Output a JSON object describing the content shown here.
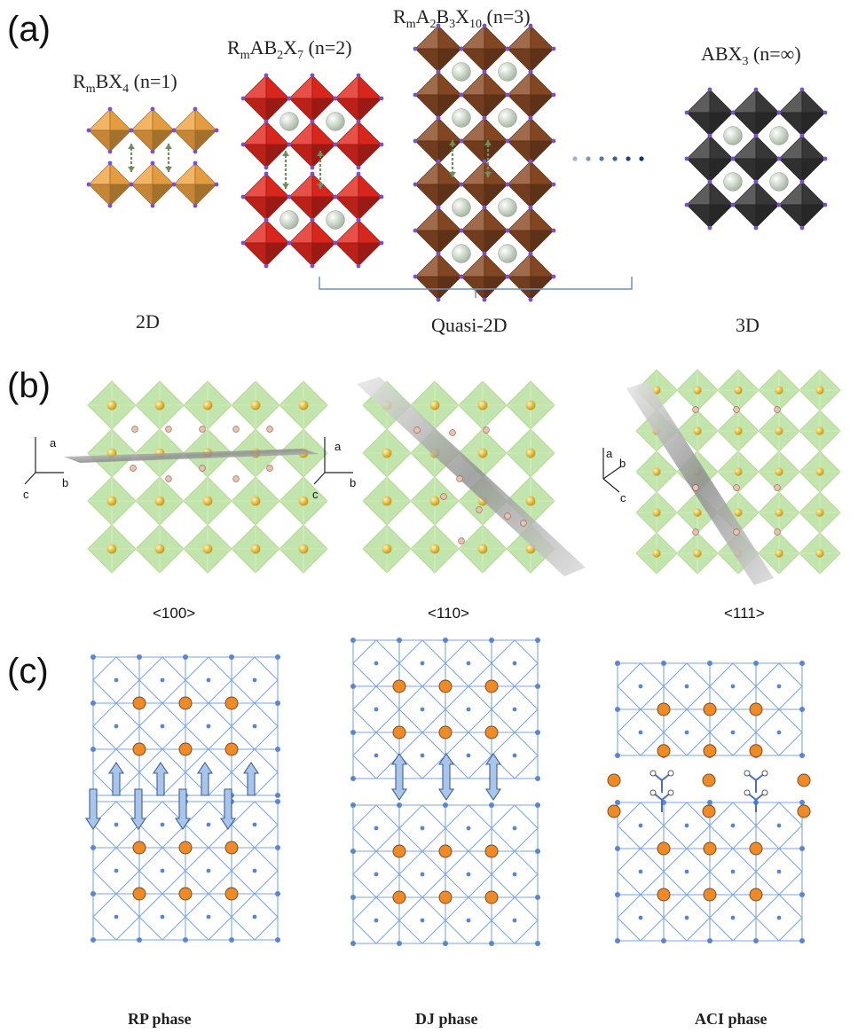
{
  "panel_a": {
    "letter": "(a)",
    "structures": [
      {
        "R": "R",
        "rsub": "m",
        "rest": "BX",
        "sub2": "4",
        "tail": " (n=1)"
      },
      {
        "R": "R",
        "rsub": "m",
        "rest": "AB",
        "sub1": "2",
        "rest2": "X",
        "sub2": "7",
        "tail": " (n=2)"
      },
      {
        "R": "R",
        "rsub": "m",
        "rest": "A",
        "sub1": "2",
        "rest2": "B",
        "sub1b": "3",
        "rest3": "X",
        "sub2": "10",
        "tail": " (n=3)"
      },
      {
        "rest": "ABX",
        "sub2": "3",
        "tail": " (n=∞)"
      }
    ],
    "dims": {
      "d2": "2D",
      "quasi": "Quasi-2D",
      "d3": "3D"
    },
    "colors": {
      "n1": "#f0a444",
      "n2": "#e3281f",
      "n3": "#8a4a25",
      "ninf": "#3a3a3a",
      "sphere": "#c9d6c4"
    }
  },
  "panel_b": {
    "letter": "(b)",
    "orientations": [
      "<100>",
      "<110>",
      "<111>"
    ],
    "axes": {
      "a": "a",
      "b": "b",
      "c": "c"
    },
    "colors": {
      "octa": "#8fd06a",
      "atom": "#e2b21c",
      "plane": "#9a9a9a"
    }
  },
  "panel_c": {
    "letter": "(c)",
    "phases": [
      "RP phase",
      "DJ phase",
      "ACI phase"
    ],
    "colors": {
      "lattice": "#7ea6e0",
      "node": "#5b86cf",
      "cation": "#f08a24",
      "arrow": "#a9c6ea"
    }
  }
}
